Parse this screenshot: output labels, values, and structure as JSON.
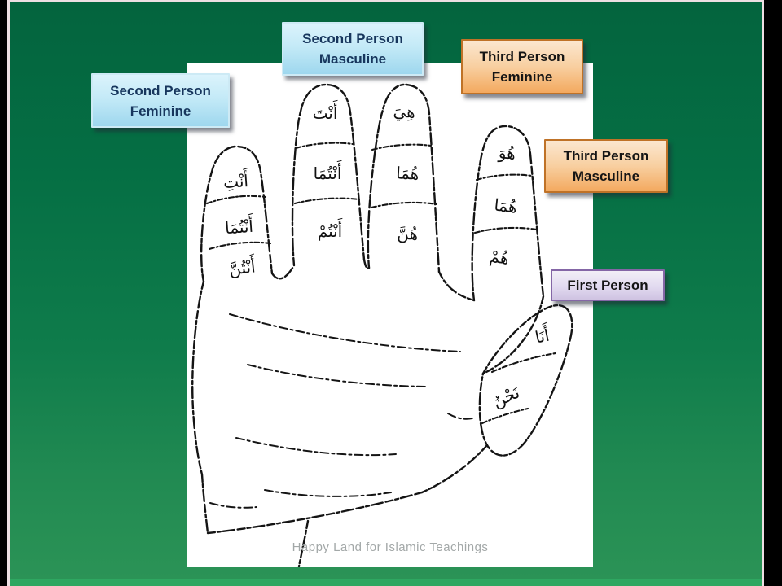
{
  "slide": {
    "watermark": "Happy Land for Islamic Teachings",
    "colors": {
      "background_top": "#04643e",
      "background_bottom": "#2b9356",
      "bottom_strip": "#2ea761",
      "side_bars": "#000000",
      "edge_highlight": "#eedfe3",
      "figure_background": "#ffffff",
      "ink": "#141414"
    }
  },
  "callouts": [
    {
      "id": "second-person-masculine",
      "line1": "Second Person",
      "line2": "Masculine",
      "style": "blue",
      "text_color": "#17365d",
      "fill_top": "#dbf3fc",
      "fill_bottom": "#9ed7ee",
      "border": "#cdeaf5"
    },
    {
      "id": "third-person-feminine",
      "line1": "Third Person",
      "line2": "Feminine",
      "style": "orange",
      "text_color": "#151515",
      "fill_top": "#fbe7d0",
      "fill_bottom": "#f3a95f",
      "border": "#bf7227"
    },
    {
      "id": "second-person-feminine",
      "line1": "Second Person",
      "line2": "Feminine",
      "style": "blue",
      "text_color": "#17365d",
      "fill_top": "#dbf3fc",
      "fill_bottom": "#9ed7ee",
      "border": "#cdeaf5"
    },
    {
      "id": "third-person-masculine",
      "line1": "Third Person",
      "line2": "Masculine",
      "style": "orange",
      "text_color": "#151515",
      "fill_top": "#fbe7d0",
      "fill_bottom": "#f3a95f",
      "border": "#bf7227"
    },
    {
      "id": "first-person",
      "line1": "First Person",
      "line2": "",
      "style": "purple",
      "text_color": "#151515",
      "fill_top": "#f2eff7",
      "fill_bottom": "#cfc3e2",
      "border": "#8466a6"
    }
  ],
  "hand": {
    "fingers": [
      {
        "finger": "pinky",
        "meaning": "second-person-feminine",
        "pronouns": [
          "أَنْتِ",
          "أَنْتُمَا",
          "أَنْتُنَّ"
        ]
      },
      {
        "finger": "ring",
        "meaning": "second-person-masculine",
        "pronouns": [
          "أَنْتَ",
          "أَنْتُمَا",
          "أَنْتُمْ"
        ]
      },
      {
        "finger": "middle",
        "meaning": "third-person-feminine",
        "pronouns": [
          "هِيَ",
          "هُمَا",
          "هُنَّ"
        ]
      },
      {
        "finger": "index",
        "meaning": "third-person-masculine",
        "pronouns": [
          "هُوَ",
          "هُمَا",
          "هُمْ"
        ]
      },
      {
        "finger": "thumb",
        "meaning": "first-person",
        "pronouns": [
          "أَنَا",
          "نَحْنُ"
        ]
      }
    ]
  }
}
